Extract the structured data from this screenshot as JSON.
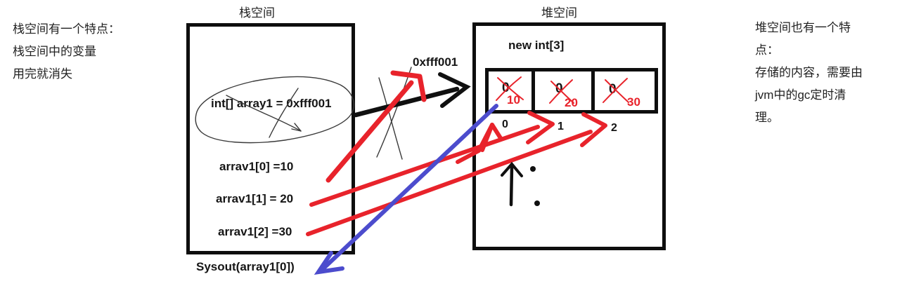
{
  "left_note": {
    "lines": [
      "栈空间有一个特点：",
      "栈空间中的变量",
      "用完就消失"
    ]
  },
  "stack": {
    "title": "栈空间",
    "var_declaration": "int[] array1 =  0xfff001",
    "assignments": [
      "arrav1[0] =10",
      "arrav1[1] = 20",
      "arrav1[2] =30"
    ],
    "sysout": "Sysout(array1[0])"
  },
  "pointer_label": "0xfff001",
  "heap": {
    "title": "堆空间",
    "allocation": "new int[3]",
    "cells": [
      {
        "old_value": "0",
        "new_value": "10",
        "index": "0"
      },
      {
        "old_value": "0",
        "new_value": "20",
        "index": "1"
      },
      {
        "old_value": "0",
        "new_value": "30",
        "index": "2"
      }
    ]
  },
  "right_note": {
    "lines": [
      "堆空间也有一个特",
      "点：",
      "存储的内容，需要由",
      "jvm中的gc定时清",
      "理。"
    ]
  },
  "colors": {
    "annotation_red": "#e8232b",
    "annotation_blue": "#4c4ccd",
    "ink_black": "#101010"
  }
}
